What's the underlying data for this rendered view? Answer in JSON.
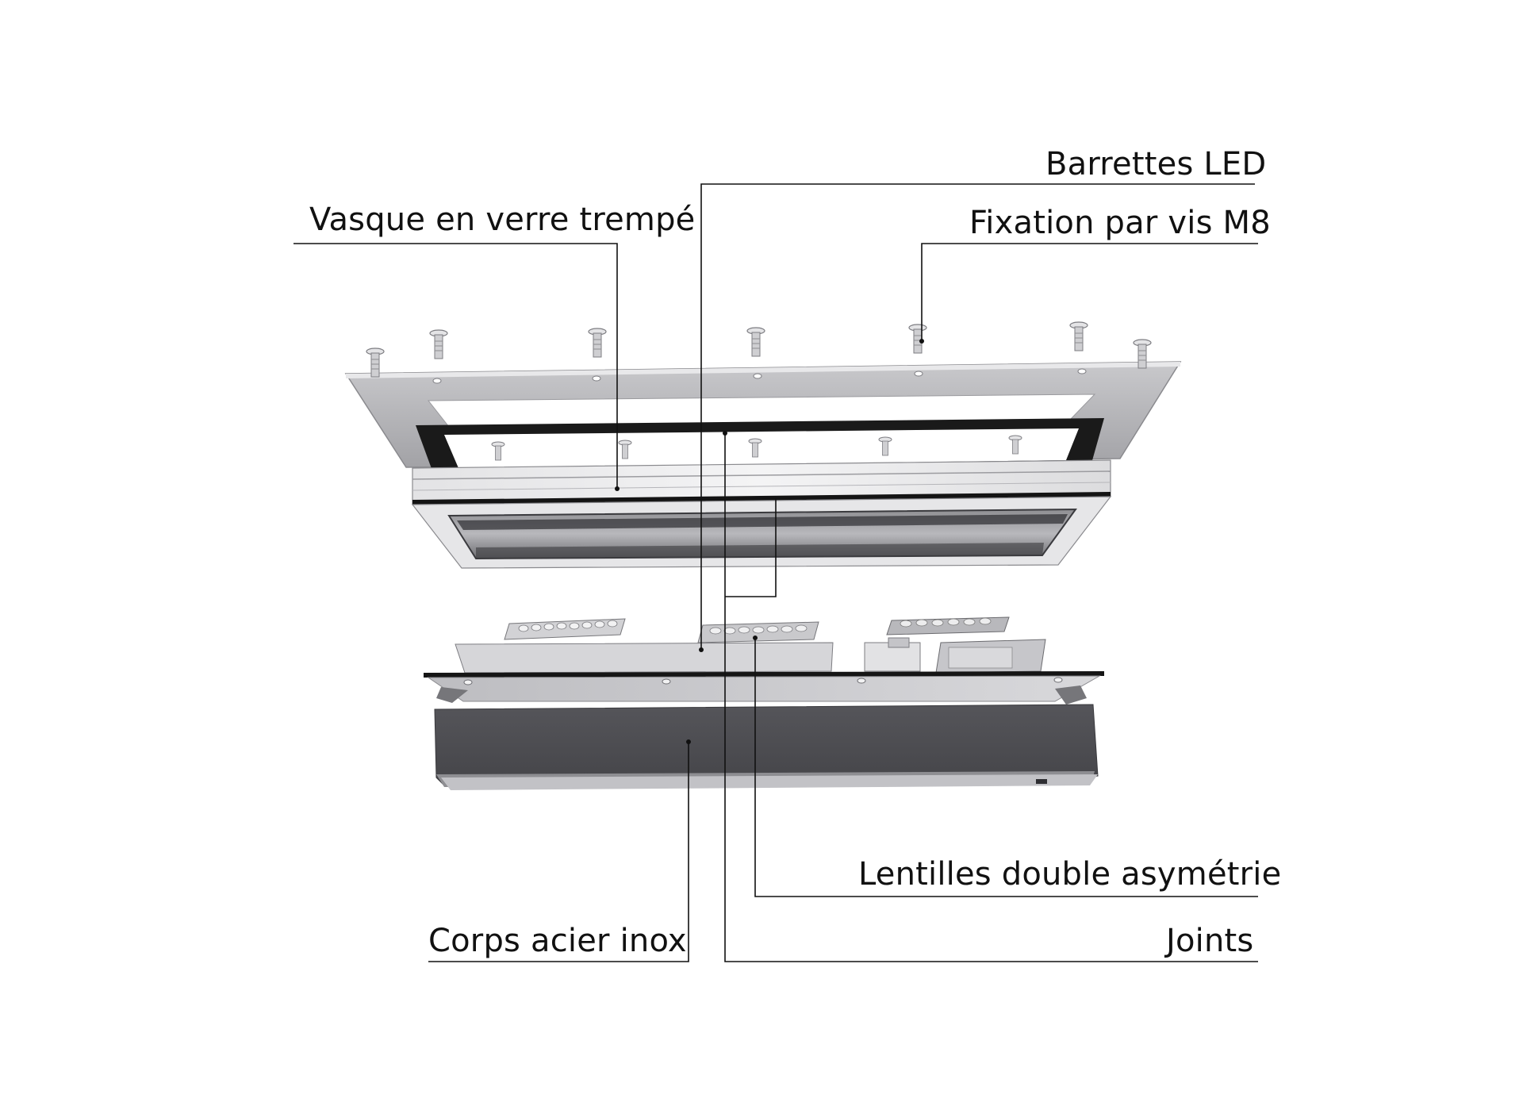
{
  "labels": {
    "barrettes_led": "Barrettes LED",
    "vasque": "Vasque en verre trempé",
    "fixation": "Fixation par vis M8",
    "lentilles": "Lentilles double asymétrie",
    "corps": "Corps acier inox",
    "joints": "Joints"
  },
  "colors": {
    "background": "#ffffff",
    "leader": "#111111",
    "steel_light": "#d9d9db",
    "steel_mid": "#a9a9ad",
    "steel_dark": "#5a5a5e",
    "body_dark": "#4a4a4e",
    "gasket": "#151515"
  }
}
